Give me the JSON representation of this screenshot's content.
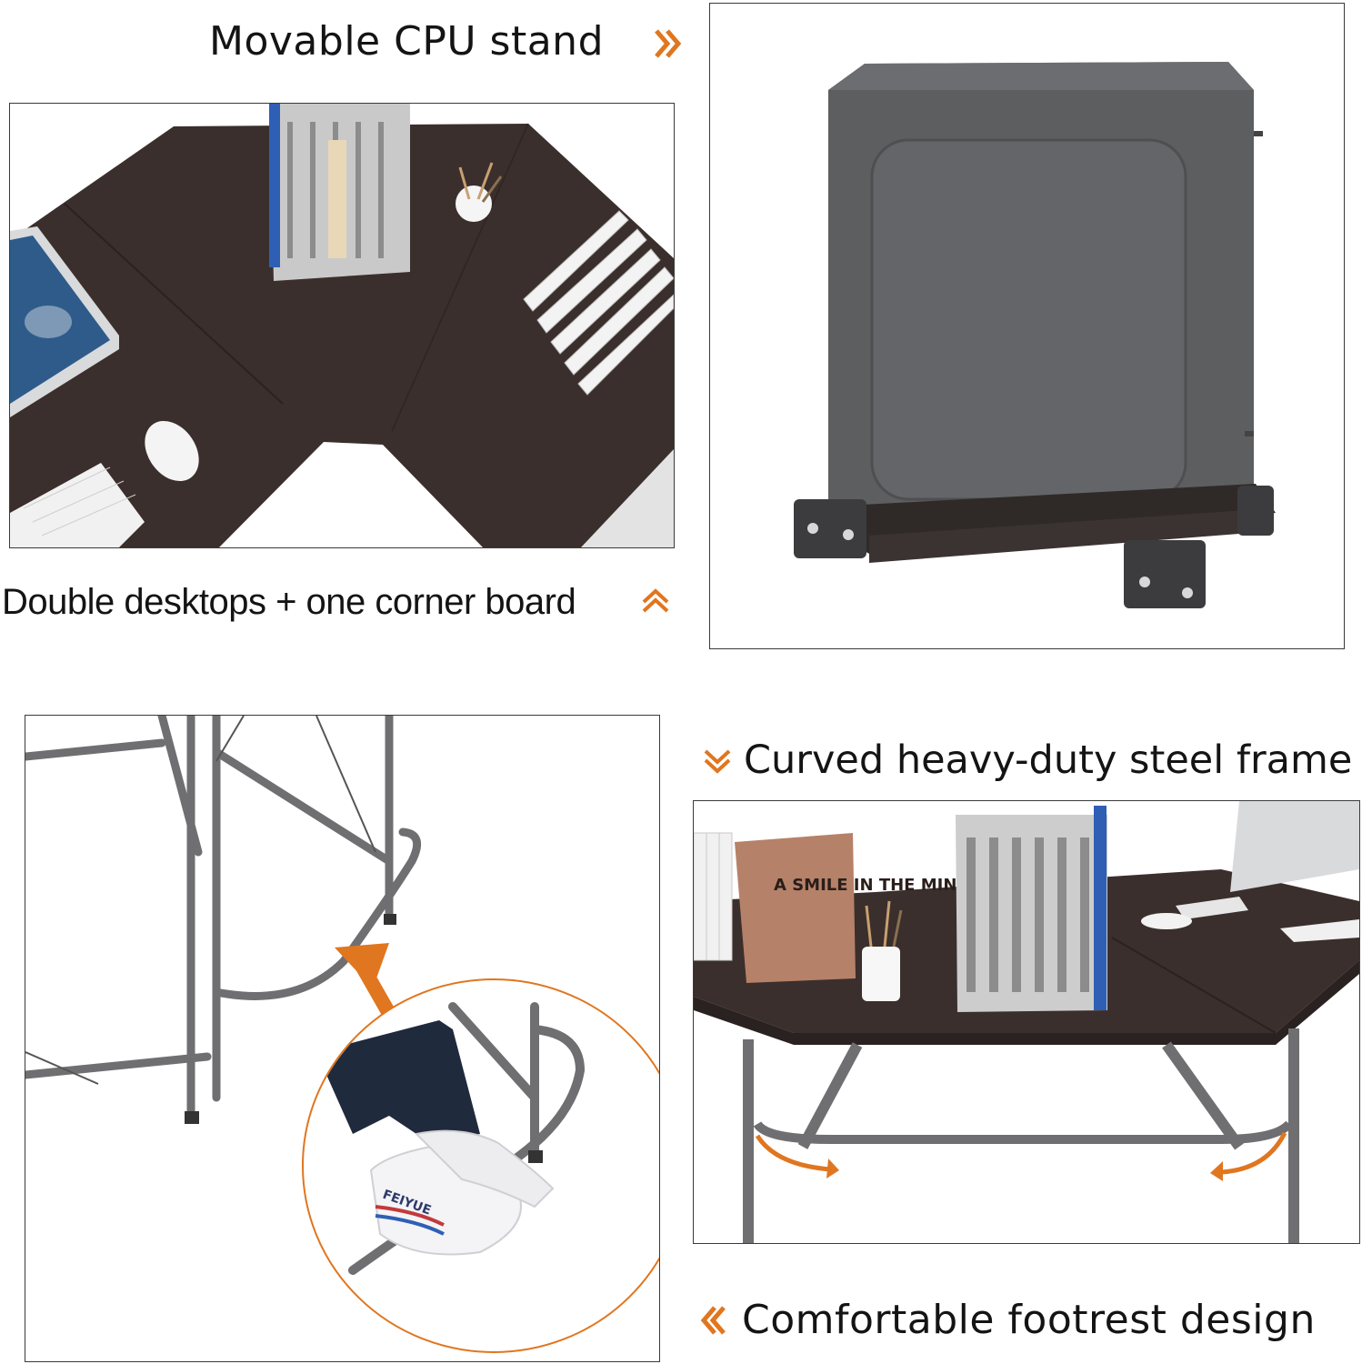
{
  "captions": {
    "cpu_stand": "Movable CPU stand",
    "desktops": "Double desktops + one corner board",
    "frame": "Curved heavy-duty steel frame",
    "footrest": "Comfortable footrest design"
  },
  "book_title": "A SMILE IN THE MIND",
  "shoe_brand": "FEIYUE",
  "colors": {
    "accent": "#e0761f",
    "desk_top": "#3a2f2c",
    "steel": "#6f6f72",
    "cpu_case": "#5d5e60"
  }
}
